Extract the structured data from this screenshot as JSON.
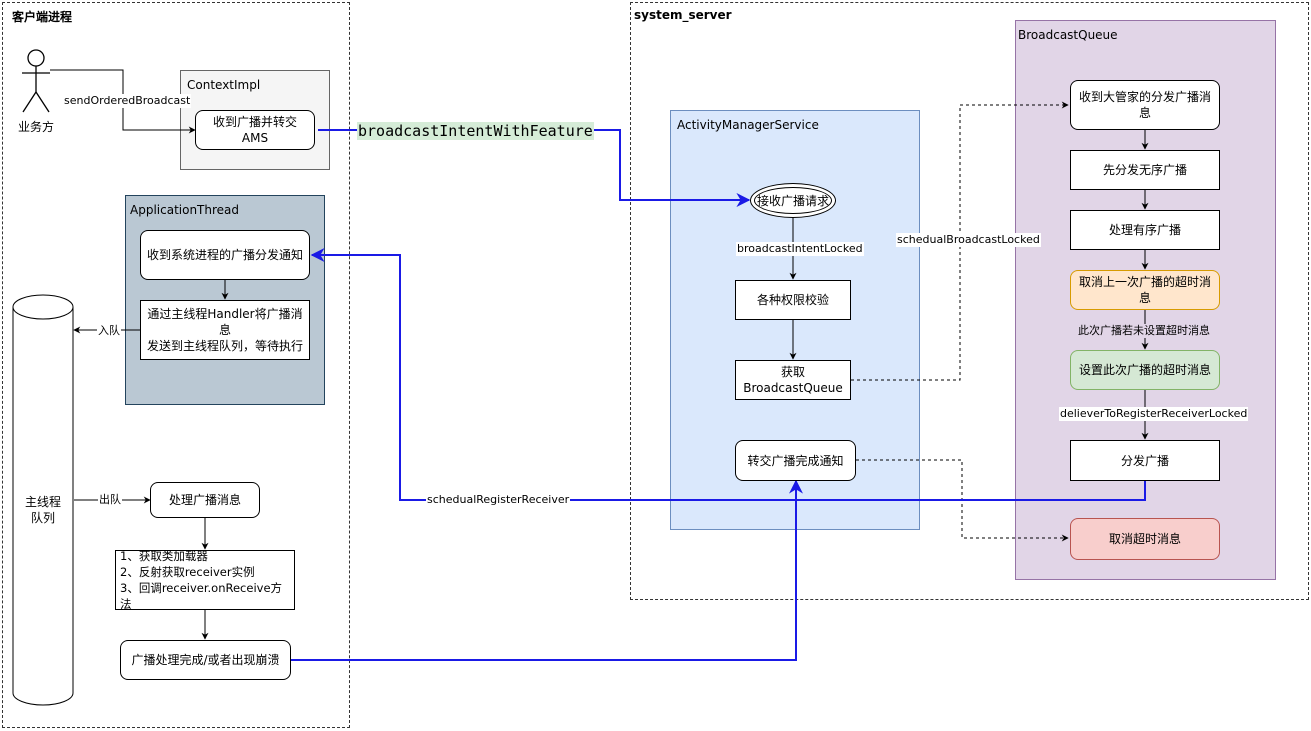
{
  "groups": {
    "client": "客户端进程",
    "system_server": "system_server"
  },
  "actor": {
    "label": "业务方"
  },
  "containers": {
    "context_impl": "ContextImpl",
    "application_thread": "ApplicationThread",
    "ams": "ActivityManagerService",
    "broadcast_queue": "BroadcastQueue"
  },
  "nodes": {
    "receive_forward": "收到广播并转交AMS",
    "receive_notify": "收到系统进程的广播分发通知",
    "handler_post": "通过主线程Handler将广播消息\n发送到主线程队列，等待执行",
    "main_queue": "主线程\n队列",
    "handle_msg": "处理广播消息",
    "steps": "1、获取类加载器\n2、反射获取receiver实例\n3、回调receiver.onReceive方法",
    "done": "广播处理完成/或者出现崩溃",
    "accept": "接收广播请求",
    "perm_check": "各种权限校验",
    "get_queue": "获取\nBroadcastQueue",
    "forward_done": "转交广播完成通知",
    "bq_receive": "收到大管家的分发广播消息",
    "bq_unordered": "先分发无序广播",
    "bq_ordered": "处理有序广播",
    "bq_cancel_prev": "取消上一次广播的超时消息",
    "bq_set_timeout": "设置此次广播的超时消息",
    "bq_dispatch": "分发广播",
    "bq_cancel_timeout": "取消超时消息"
  },
  "edge_labels": {
    "send_ordered": "sendOrderedBroadcast",
    "intent_feature": "broadcastIntentWithFeature",
    "intent_locked": "broadcastIntentLocked",
    "schedule_locked": "schedualBroadcastLocked",
    "enqueue": "入队",
    "dequeue": "出队",
    "register_receiver": "schedualRegisterReceiver",
    "if_no_timeout": "此次广播若未设置超时消息",
    "deliver_locked": "delieverToRegisterReceiverLocked"
  },
  "colors": {
    "blue_edge": "#1a1ae6",
    "context_impl_fill": "#f5f5f5",
    "application_thread_fill": "#bac8d3",
    "ams_fill": "#dae8fc",
    "bq_fill": "#e1d5e7",
    "orange_fill": "#ffe6cc",
    "green_fill": "#d5e8d4",
    "red_fill": "#f8cecc",
    "mono_label_bg": "#d5ecd7"
  }
}
